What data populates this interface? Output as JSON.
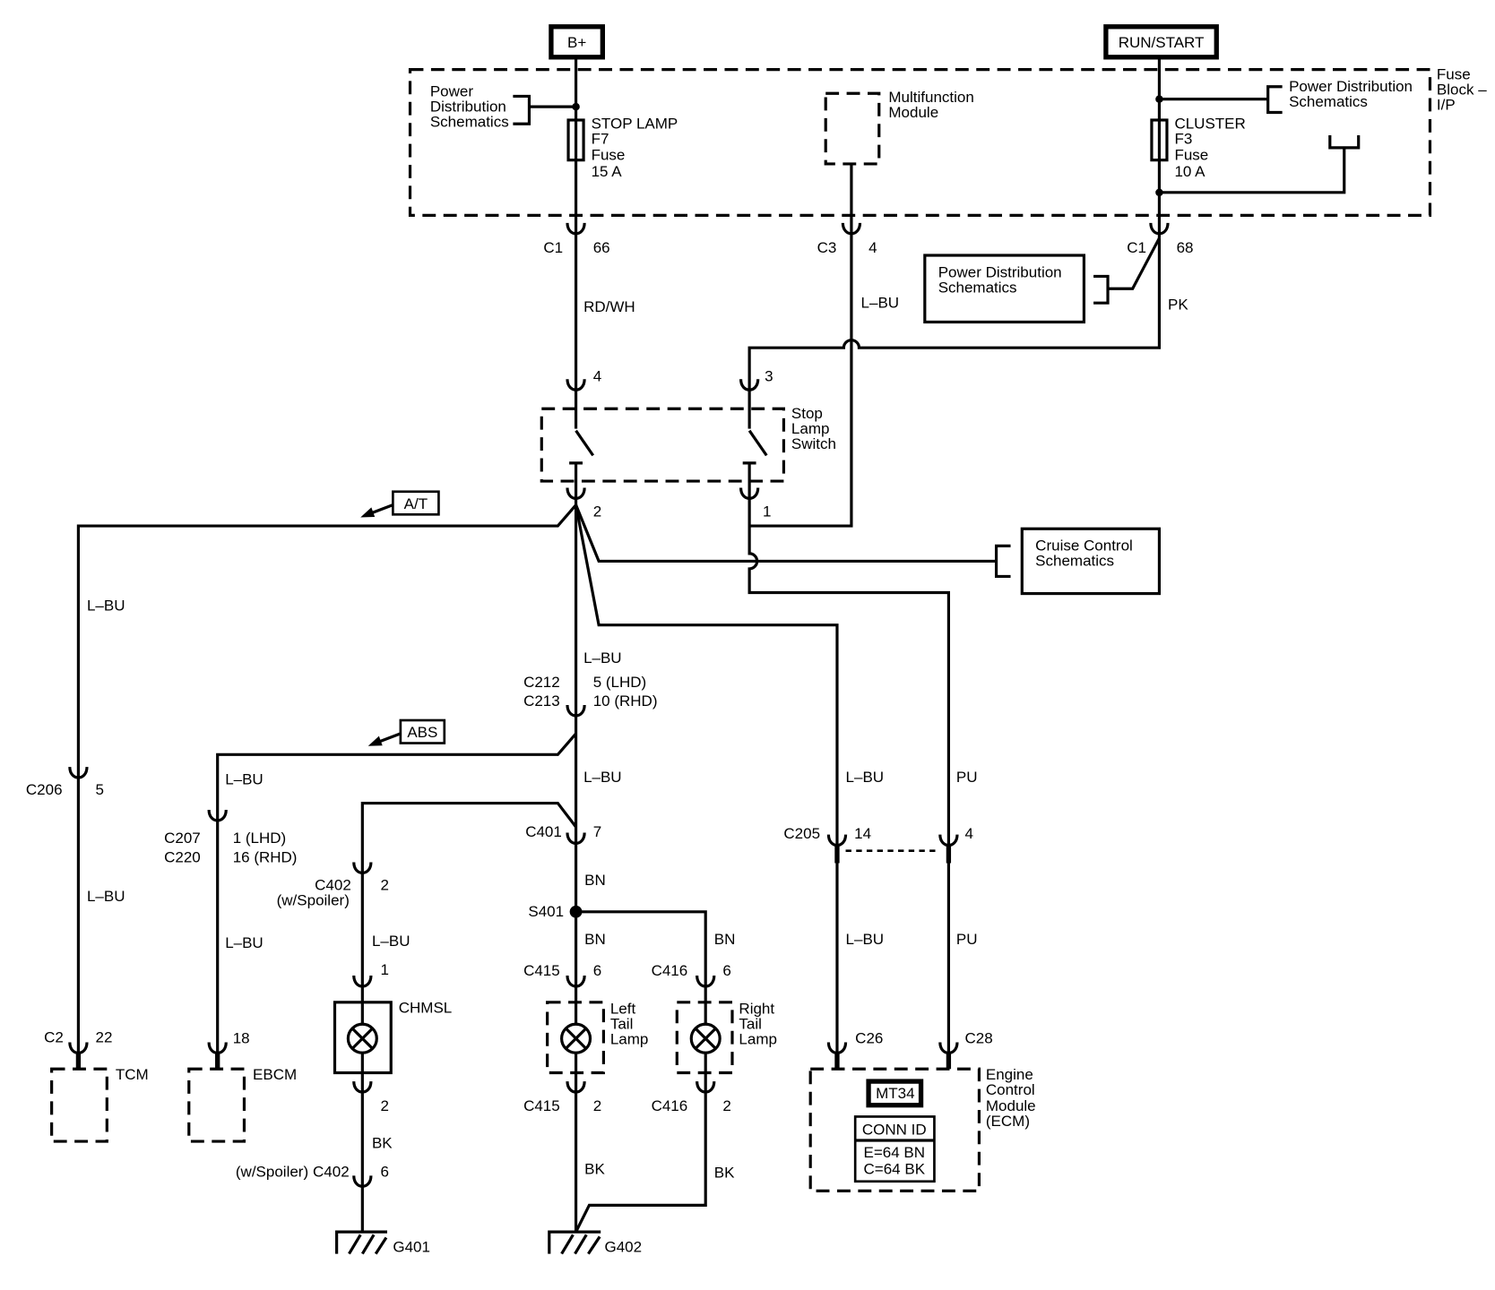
{
  "power_sources": {
    "battery": "B+",
    "run_start": "RUN/START"
  },
  "fuse_block": {
    "label": [
      "Fuse",
      "Block –",
      "I/P"
    ],
    "stop_lamp_fuse": [
      "STOP LAMP",
      "F7",
      "Fuse",
      "15 A"
    ],
    "cluster_fuse": [
      "CLUSTER",
      "F3",
      "Fuse",
      "10 A"
    ],
    "pds_left": [
      "Power",
      "Distribution",
      "Schematics"
    ],
    "pds_right": [
      "Power Distribution",
      "Schematics"
    ],
    "multifunction_module": [
      "Multifunction",
      "Module"
    ]
  },
  "references": {
    "pds_middle": [
      "Power Distribution",
      "Schematics"
    ],
    "cruise_control": [
      "Cruise Control",
      "Schematics"
    ],
    "at": "A/T",
    "abs": "ABS"
  },
  "wire_colors": {
    "rd_wh": "RD/WH",
    "l_bu": "L–BU",
    "pk": "PK",
    "pu": "PU",
    "bn": "BN",
    "bk": "BK"
  },
  "connectors": {
    "c1_stop": {
      "id": "C1",
      "pin": "66"
    },
    "c3": {
      "id": "C3",
      "pin": "4"
    },
    "c1_cluster": {
      "id": "C1",
      "pin": "68"
    },
    "switch": {
      "pin_4": "4",
      "pin_3": "3",
      "pin_2": "2",
      "pin_1": "1"
    },
    "c206": {
      "id": "C206",
      "pin": "5"
    },
    "c212_c213": {
      "ids": [
        "C212",
        "C213"
      ],
      "pins": [
        "5 (LHD)",
        "10 (RHD)"
      ]
    },
    "c207_c220": {
      "ids": [
        "C207",
        "C220"
      ],
      "pins": [
        "1 (LHD)",
        "16 (RHD)"
      ]
    },
    "c401": {
      "id": "C401",
      "pin": "7"
    },
    "c205": {
      "id": "C205",
      "pin_lbu": "14",
      "pin_pu": "4"
    },
    "c402_upper": {
      "id": "C402",
      "note": "(w/Spoiler)",
      "pin": "2"
    },
    "c402_lower": {
      "id": "C402",
      "note": "(w/Spoiler)",
      "pin": "6"
    },
    "chmsl": {
      "pin_in": "1",
      "pin_out": "2"
    },
    "c415": {
      "id": "C415",
      "pin_in": "6",
      "pin_out": "2"
    },
    "c416": {
      "id": "C416",
      "pin_in": "6",
      "pin_out": "2"
    },
    "tcm_c2": {
      "id": "C2",
      "pin": "22"
    },
    "ebcm": {
      "pin": "18"
    },
    "ecm": {
      "c26": "C26",
      "c28": "C28"
    }
  },
  "components": {
    "stop_lamp_switch": [
      "Stop",
      "Lamp",
      "Switch"
    ],
    "chmsl": "CHMSL",
    "left_tail_lamp": [
      "Left",
      "Tail",
      "Lamp"
    ],
    "right_tail_lamp": [
      "Right",
      "Tail",
      "Lamp"
    ],
    "tcm": "TCM",
    "ebcm": "EBCM",
    "ecm": {
      "label": [
        "Engine",
        "Control",
        "Module",
        "(ECM)"
      ],
      "tag": "MT34",
      "conn_id_title": "CONN ID",
      "conn_id_lines": [
        "E=64 BN",
        "C=64 BK"
      ]
    }
  },
  "splice": "S401",
  "grounds": {
    "g401": "G401",
    "g402": "G402"
  },
  "colors": {
    "ink": "#000000",
    "background": "#ffffff"
  }
}
